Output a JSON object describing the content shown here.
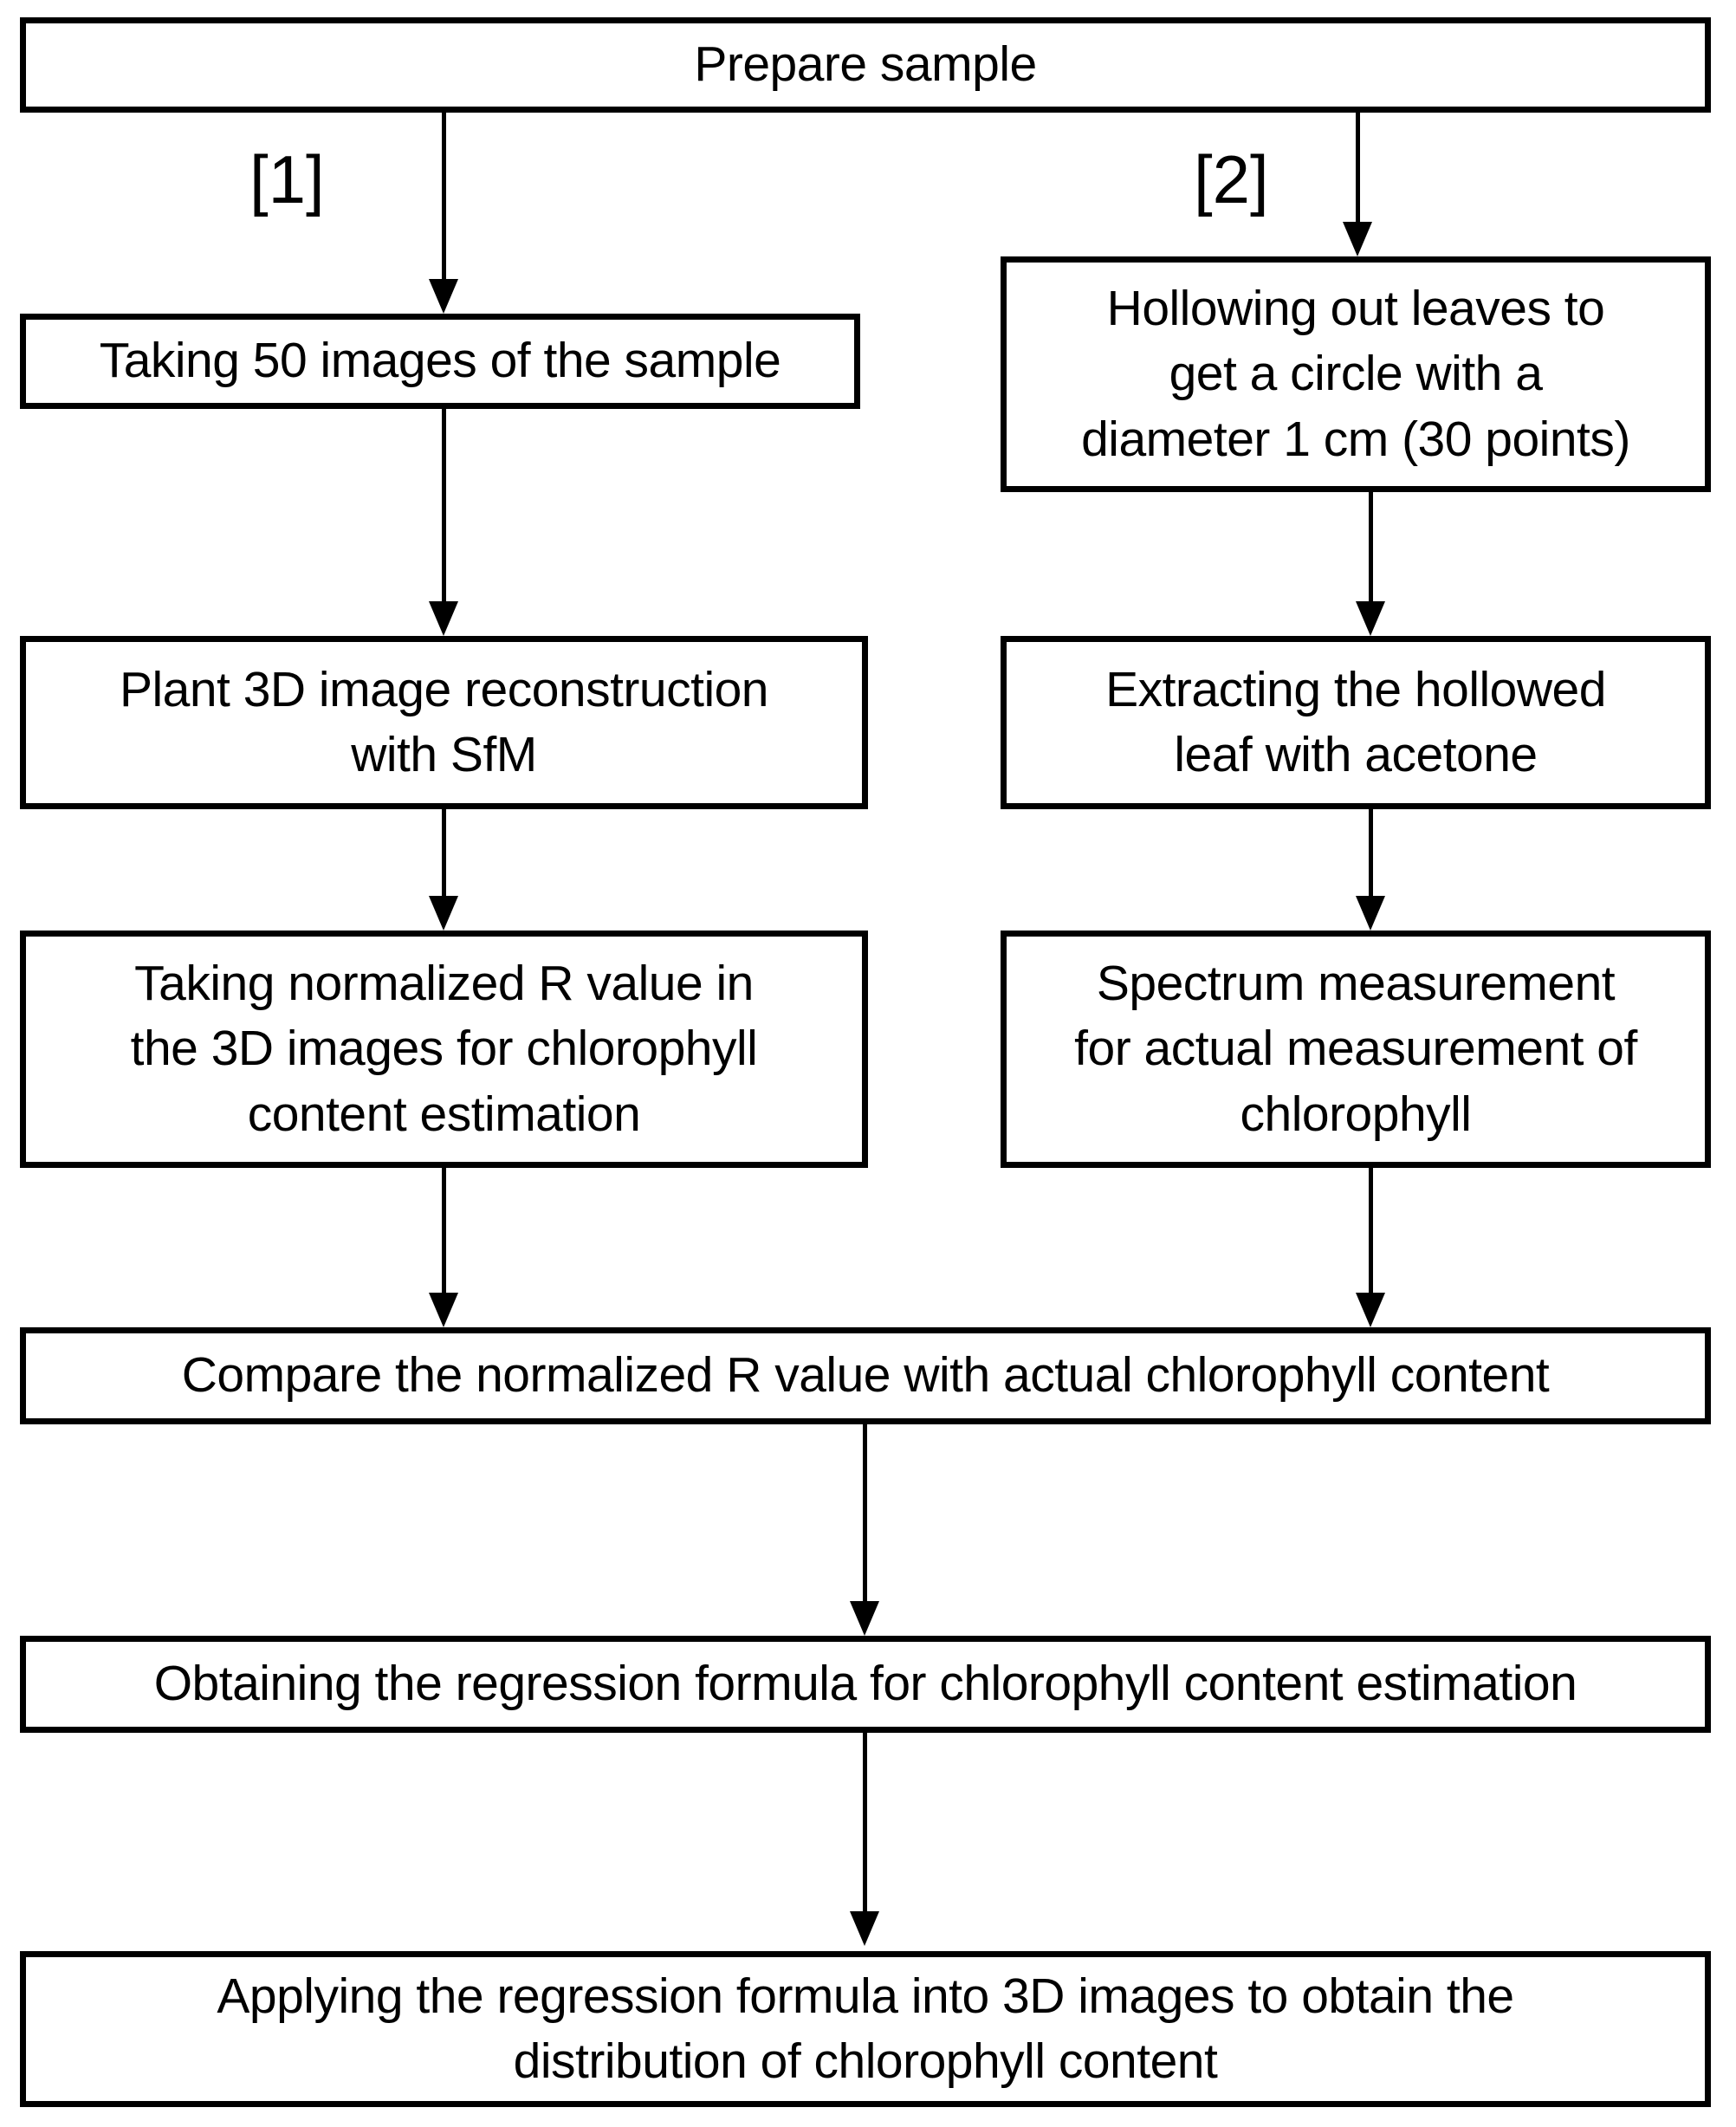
{
  "diagram": {
    "title": "Chlorophyll content estimation workflow",
    "background_color": "#ffffff",
    "line_color": "#000000",
    "nodes": [
      {
        "id": "prepare-sample",
        "label": "Prepare sample"
      },
      {
        "id": "branch-1-marker",
        "label": "[1]"
      },
      {
        "id": "branch-2-marker",
        "label": "[2]"
      },
      {
        "id": "taking-50-images",
        "label": "Taking 50 images of the sample"
      },
      {
        "id": "hollowing-out-leaves",
        "label": "Hollowing out leaves to\nget a circle with a\ndiameter 1 cm (30 points)"
      },
      {
        "id": "plant-3d-reconstruction",
        "label": "Plant 3D image reconstruction\nwith SfM"
      },
      {
        "id": "extracting-hollowed-leaf",
        "label": "Extracting the hollowed\nleaf with acetone"
      },
      {
        "id": "taking-normalized-r-value",
        "label": "Taking normalized R value in\nthe 3D images for chlorophyll\ncontent estimation"
      },
      {
        "id": "spectrum-measurement",
        "label": "Spectrum measurement\nfor actual measurement of\nchlorophyll"
      },
      {
        "id": "compare-normalized-r",
        "label": "Compare the normalized R value with actual chlorophyll content"
      },
      {
        "id": "obtaining-regression-formula",
        "label": "Obtaining the regression formula for chlorophyll content estimation"
      },
      {
        "id": "applying-regression-formula",
        "label": "Applying the regression formula into 3D images to obtain the\ndistribution of chlorophyll content"
      }
    ],
    "edges": [
      {
        "id": "edge-prepare-to-taking50",
        "from": "prepare-sample",
        "to": "taking-50-images"
      },
      {
        "id": "edge-prepare-to-hollowing",
        "from": "prepare-sample",
        "to": "hollowing-out-leaves"
      },
      {
        "id": "edge-taking50-to-reconstruction",
        "from": "taking-50-images",
        "to": "plant-3d-reconstruction"
      },
      {
        "id": "edge-hollowing-to-extracting",
        "from": "hollowing-out-leaves",
        "to": "extracting-hollowed-leaf"
      },
      {
        "id": "edge-reconstruction-to-normalized-r",
        "from": "plant-3d-reconstruction",
        "to": "taking-normalized-r-value"
      },
      {
        "id": "edge-extracting-to-spectrum",
        "from": "extracting-hollowed-leaf",
        "to": "spectrum-measurement"
      },
      {
        "id": "edge-normalized-r-to-compare",
        "from": "taking-normalized-r-value",
        "to": "compare-normalized-r"
      },
      {
        "id": "edge-spectrum-to-compare",
        "from": "spectrum-measurement",
        "to": "compare-normalized-r"
      },
      {
        "id": "edge-compare-to-obtaining",
        "from": "compare-normalized-r",
        "to": "obtaining-regression-formula"
      },
      {
        "id": "edge-obtaining-to-applying",
        "from": "obtaining-regression-formula",
        "to": "applying-regression-formula"
      }
    ]
  }
}
